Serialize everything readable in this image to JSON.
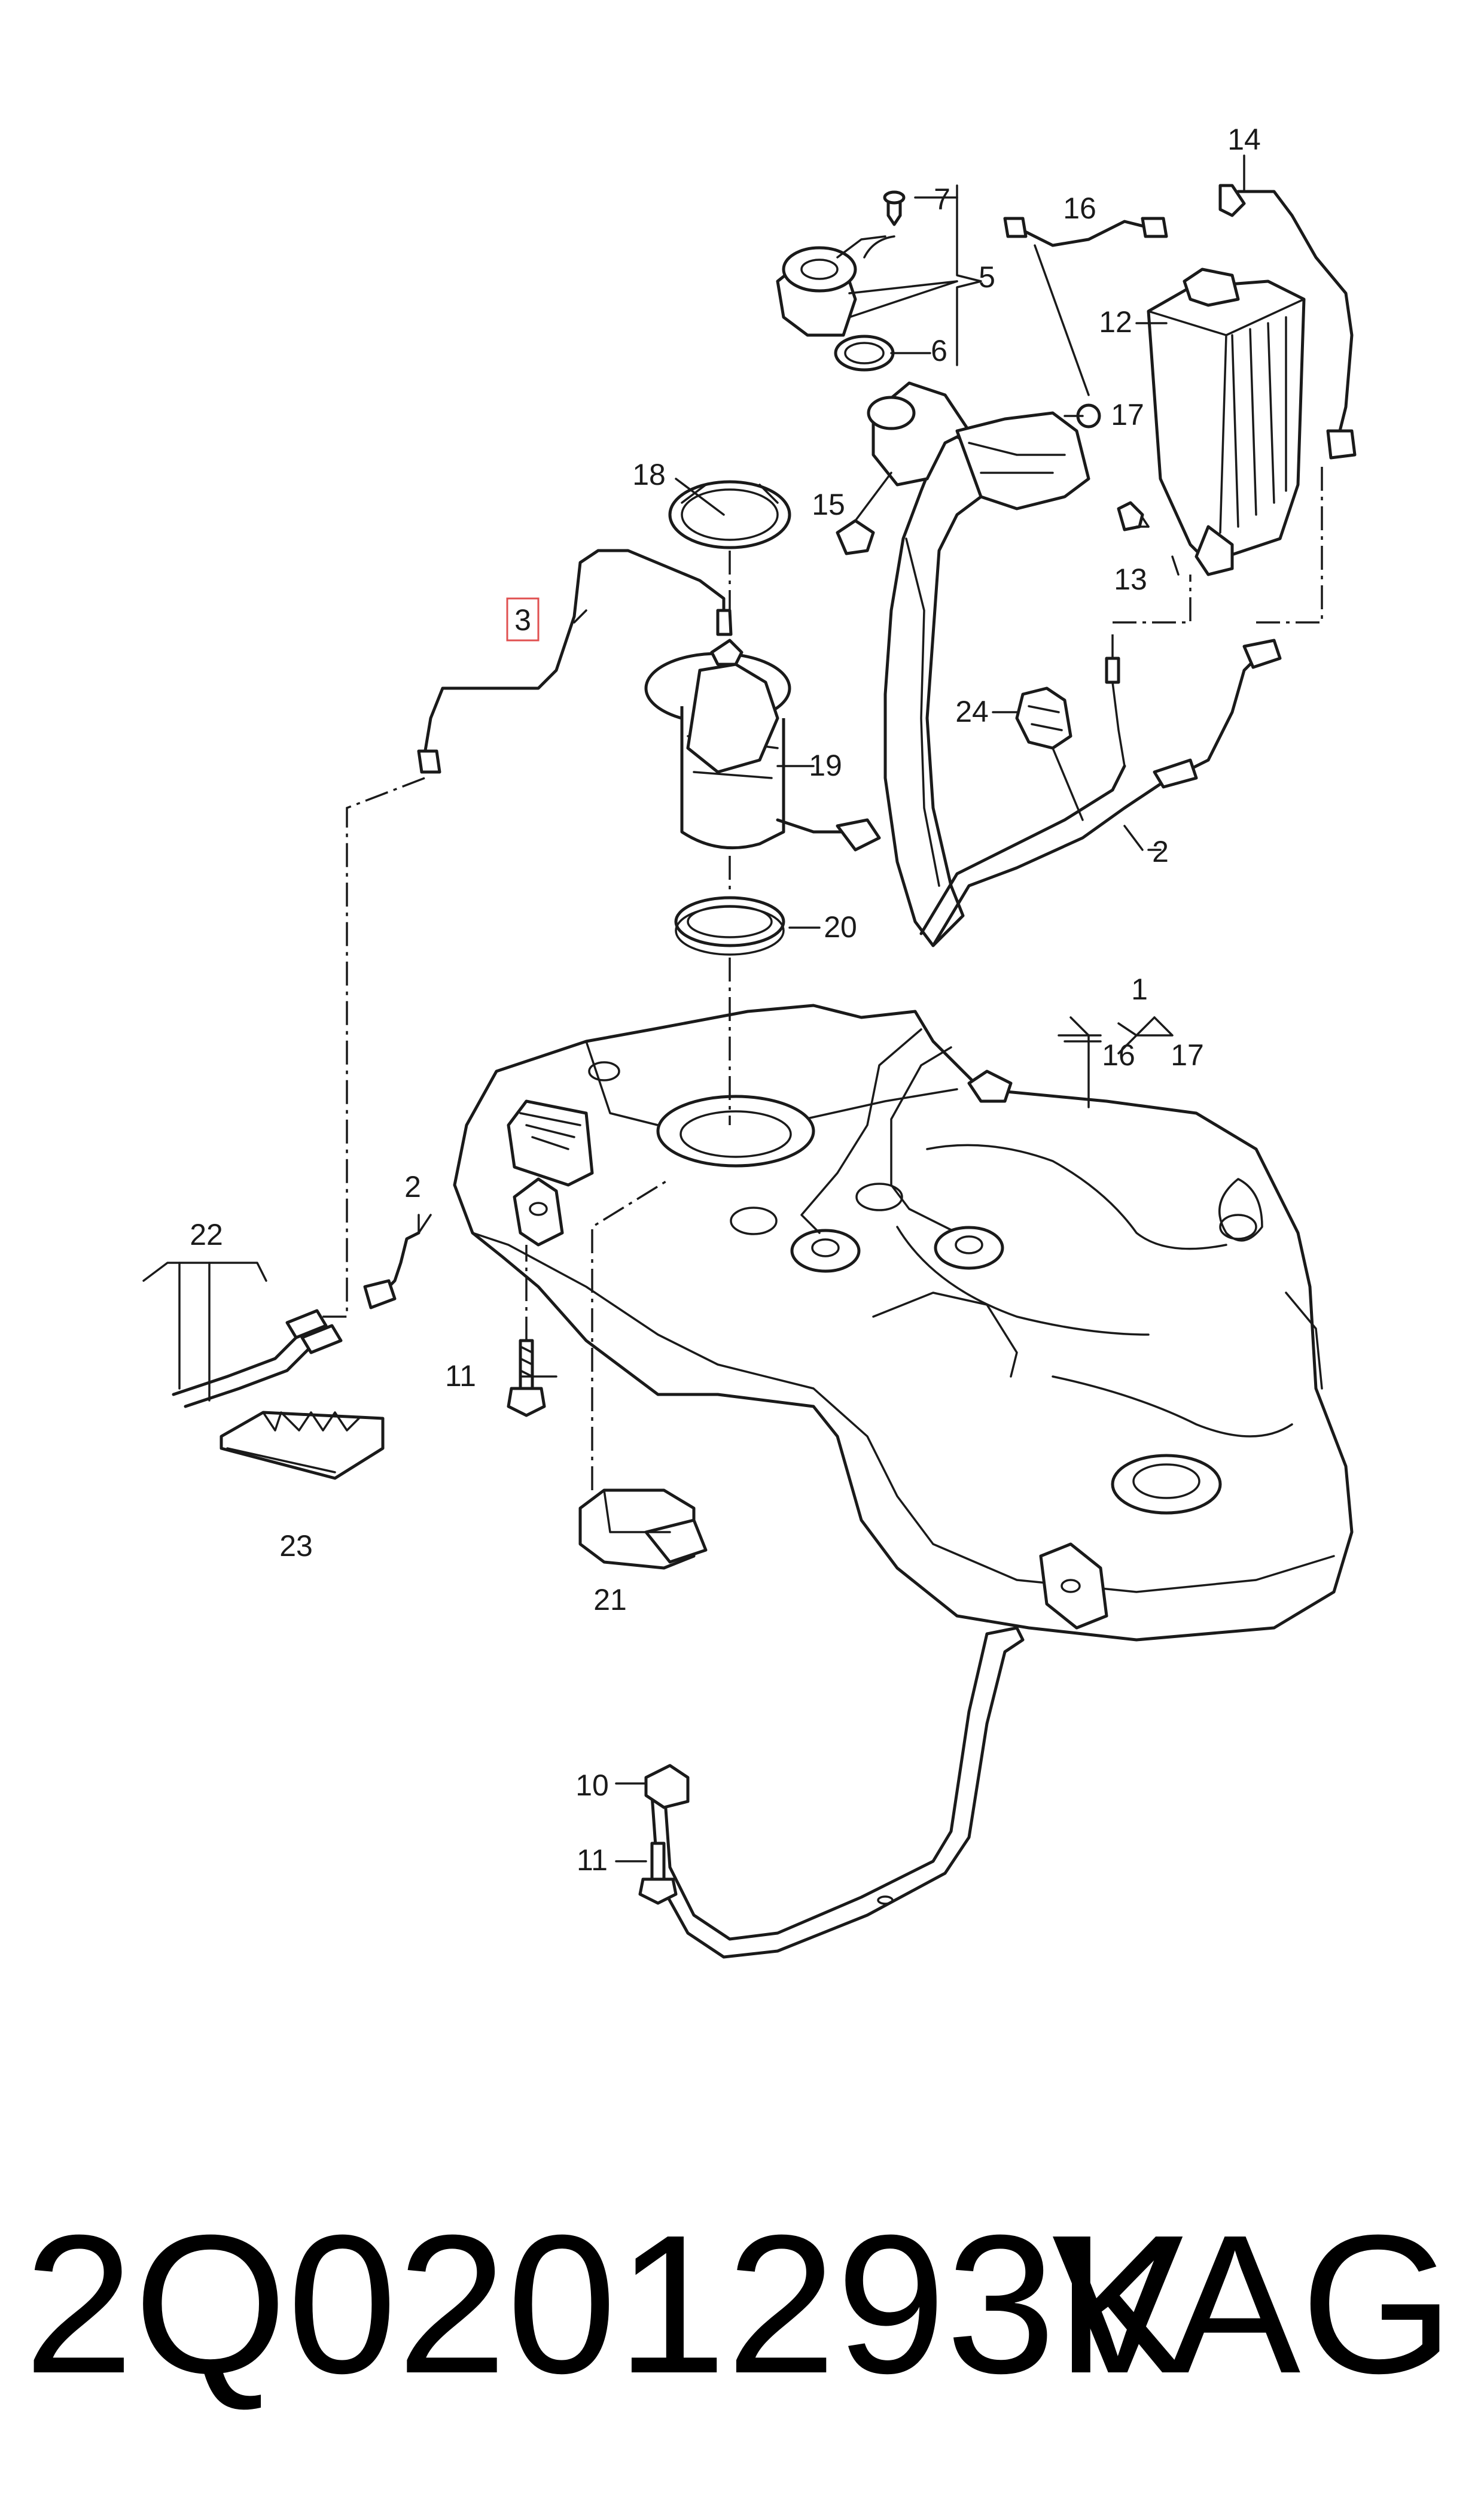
{
  "diagram": {
    "callouts": {
      "c1": "1",
      "c2a": "2",
      "c2b": "2",
      "c3": "3",
      "c5": "5",
      "c6": "6",
      "c7": "7",
      "c10": "10",
      "c11a": "11",
      "c11b": "11",
      "c12": "12",
      "c13": "13",
      "c14": "14",
      "c15": "15",
      "c16a": "16",
      "c16b": "16",
      "c17a": "17",
      "c17b": "17",
      "c18": "18",
      "c19": "19",
      "c20": "20",
      "c21": "21",
      "c22": "22",
      "c23": "23",
      "c24": "24"
    },
    "highlighted_callout": "3",
    "highlight_color": "#e05050"
  },
  "footer": {
    "part_number": "2Q0201293K",
    "brand": "VAG"
  }
}
